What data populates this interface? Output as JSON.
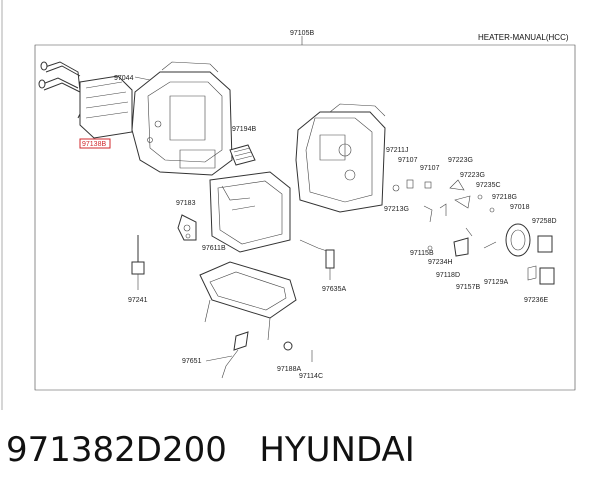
{
  "diagram": {
    "title": "HEATER-MANUAL(HCC)",
    "assembly_label": "97105B",
    "highlight_color": "#d0282c",
    "parts": {
      "p97044": "97044",
      "p97138": "97138B",
      "p97194B": "97194B",
      "p97183": "97183",
      "p97611B": "97611B",
      "p97241": "97241",
      "p97635A": "97635A",
      "p97651": "97651",
      "p97188A": "97188A",
      "p97114C": "97114C",
      "p97211J": "97211J",
      "p97107a": "97107",
      "p97107b": "97107",
      "p97223Ga": "97223G",
      "p97223Gb": "97223G",
      "p97235C": "97235C",
      "p97218G": "97218G",
      "p97018": "97018",
      "p97213G": "97213G",
      "p97258D": "97258D",
      "p97115B": "97115B",
      "p97234H": "97234H",
      "p97118D": "97118D",
      "p97157B": "97157B",
      "p97129A": "97129A",
      "p97236E": "97236E"
    }
  },
  "caption": {
    "part_number": "971382D200",
    "brand": "HYUNDAI"
  }
}
